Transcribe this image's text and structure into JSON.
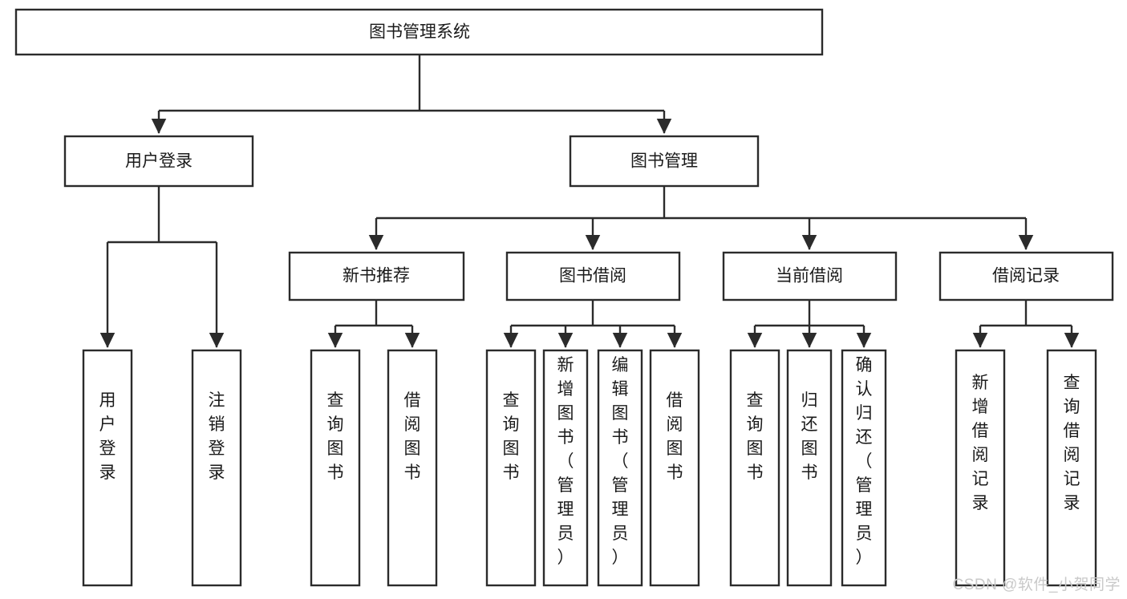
{
  "diagram": {
    "type": "tree",
    "title": "图书管理系统",
    "watermark": "CSDN @软件_小贺同学",
    "colors": {
      "stroke": "#2b2b2b",
      "box_fill": "#ffffff",
      "text": "#1a1a1a",
      "background": "#ffffff",
      "watermark": "#c9c9c9"
    },
    "root": {
      "label": "图书管理系统"
    },
    "level2": [
      {
        "label": "用户登录"
      },
      {
        "label": "图书管理"
      }
    ],
    "level3": [
      {
        "label": "新书推荐"
      },
      {
        "label": "图书借阅"
      },
      {
        "label": "当前借阅"
      },
      {
        "label": "借阅记录"
      }
    ],
    "leaves": {
      "user_login": [
        {
          "label": "用户登录"
        },
        {
          "label": "注销登录"
        }
      ],
      "new_book_recommend": [
        {
          "label": "查询图书"
        },
        {
          "label": "借阅图书"
        }
      ],
      "book_borrow": [
        {
          "label": "查询图书"
        },
        {
          "label": "新增图书（管理员）"
        },
        {
          "label": "编辑图书（管理员）"
        },
        {
          "label": "借阅图书"
        }
      ],
      "current_borrow": [
        {
          "label": "查询图书"
        },
        {
          "label": "归还图书"
        },
        {
          "label": "确认归还（管理员）"
        }
      ],
      "borrow_record": [
        {
          "label": "新增借阅记录"
        },
        {
          "label": "查询借阅记录"
        }
      ]
    }
  }
}
